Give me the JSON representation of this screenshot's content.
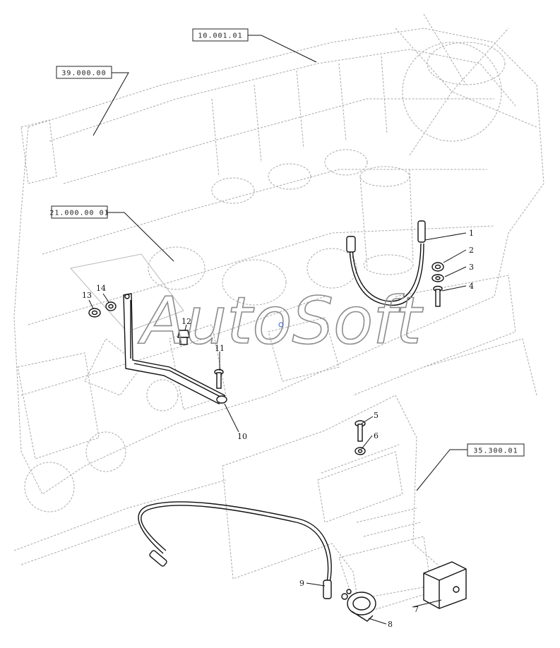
{
  "watermark": "AutoSoft",
  "references": [
    {
      "label": "10.001.01"
    },
    {
      "label": "39.000.00"
    },
    {
      "label": "21.000.00 01"
    },
    {
      "label": "35.300.01"
    }
  ],
  "callouts": [
    "1",
    "2",
    "3",
    "4",
    "5",
    "6",
    "7",
    "8",
    "9",
    "10",
    "11",
    "12",
    "13",
    "14"
  ]
}
